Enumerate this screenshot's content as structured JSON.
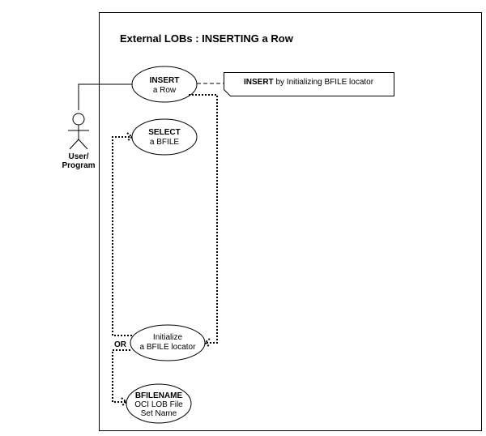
{
  "diagram": {
    "title": "External LOBs : INSERTING a Row",
    "actor": {
      "line1": "User/",
      "line2": "Program"
    },
    "use_cases": {
      "insert": {
        "line1": "INSERT",
        "line2": "a Row"
      },
      "select": {
        "line1": "SELECT",
        "line2": "a BFILE"
      },
      "initialize": {
        "line1": "Initialize",
        "line2": "a BFILE locator"
      },
      "bfilename": {
        "line1": "BFILENAME",
        "line2": "OCI LOB File",
        "line3": "Set Name"
      }
    },
    "note": {
      "text_bold": "INSERT",
      "text_rest": " by Initializing BFILE locator"
    },
    "or_label": "OR"
  }
}
